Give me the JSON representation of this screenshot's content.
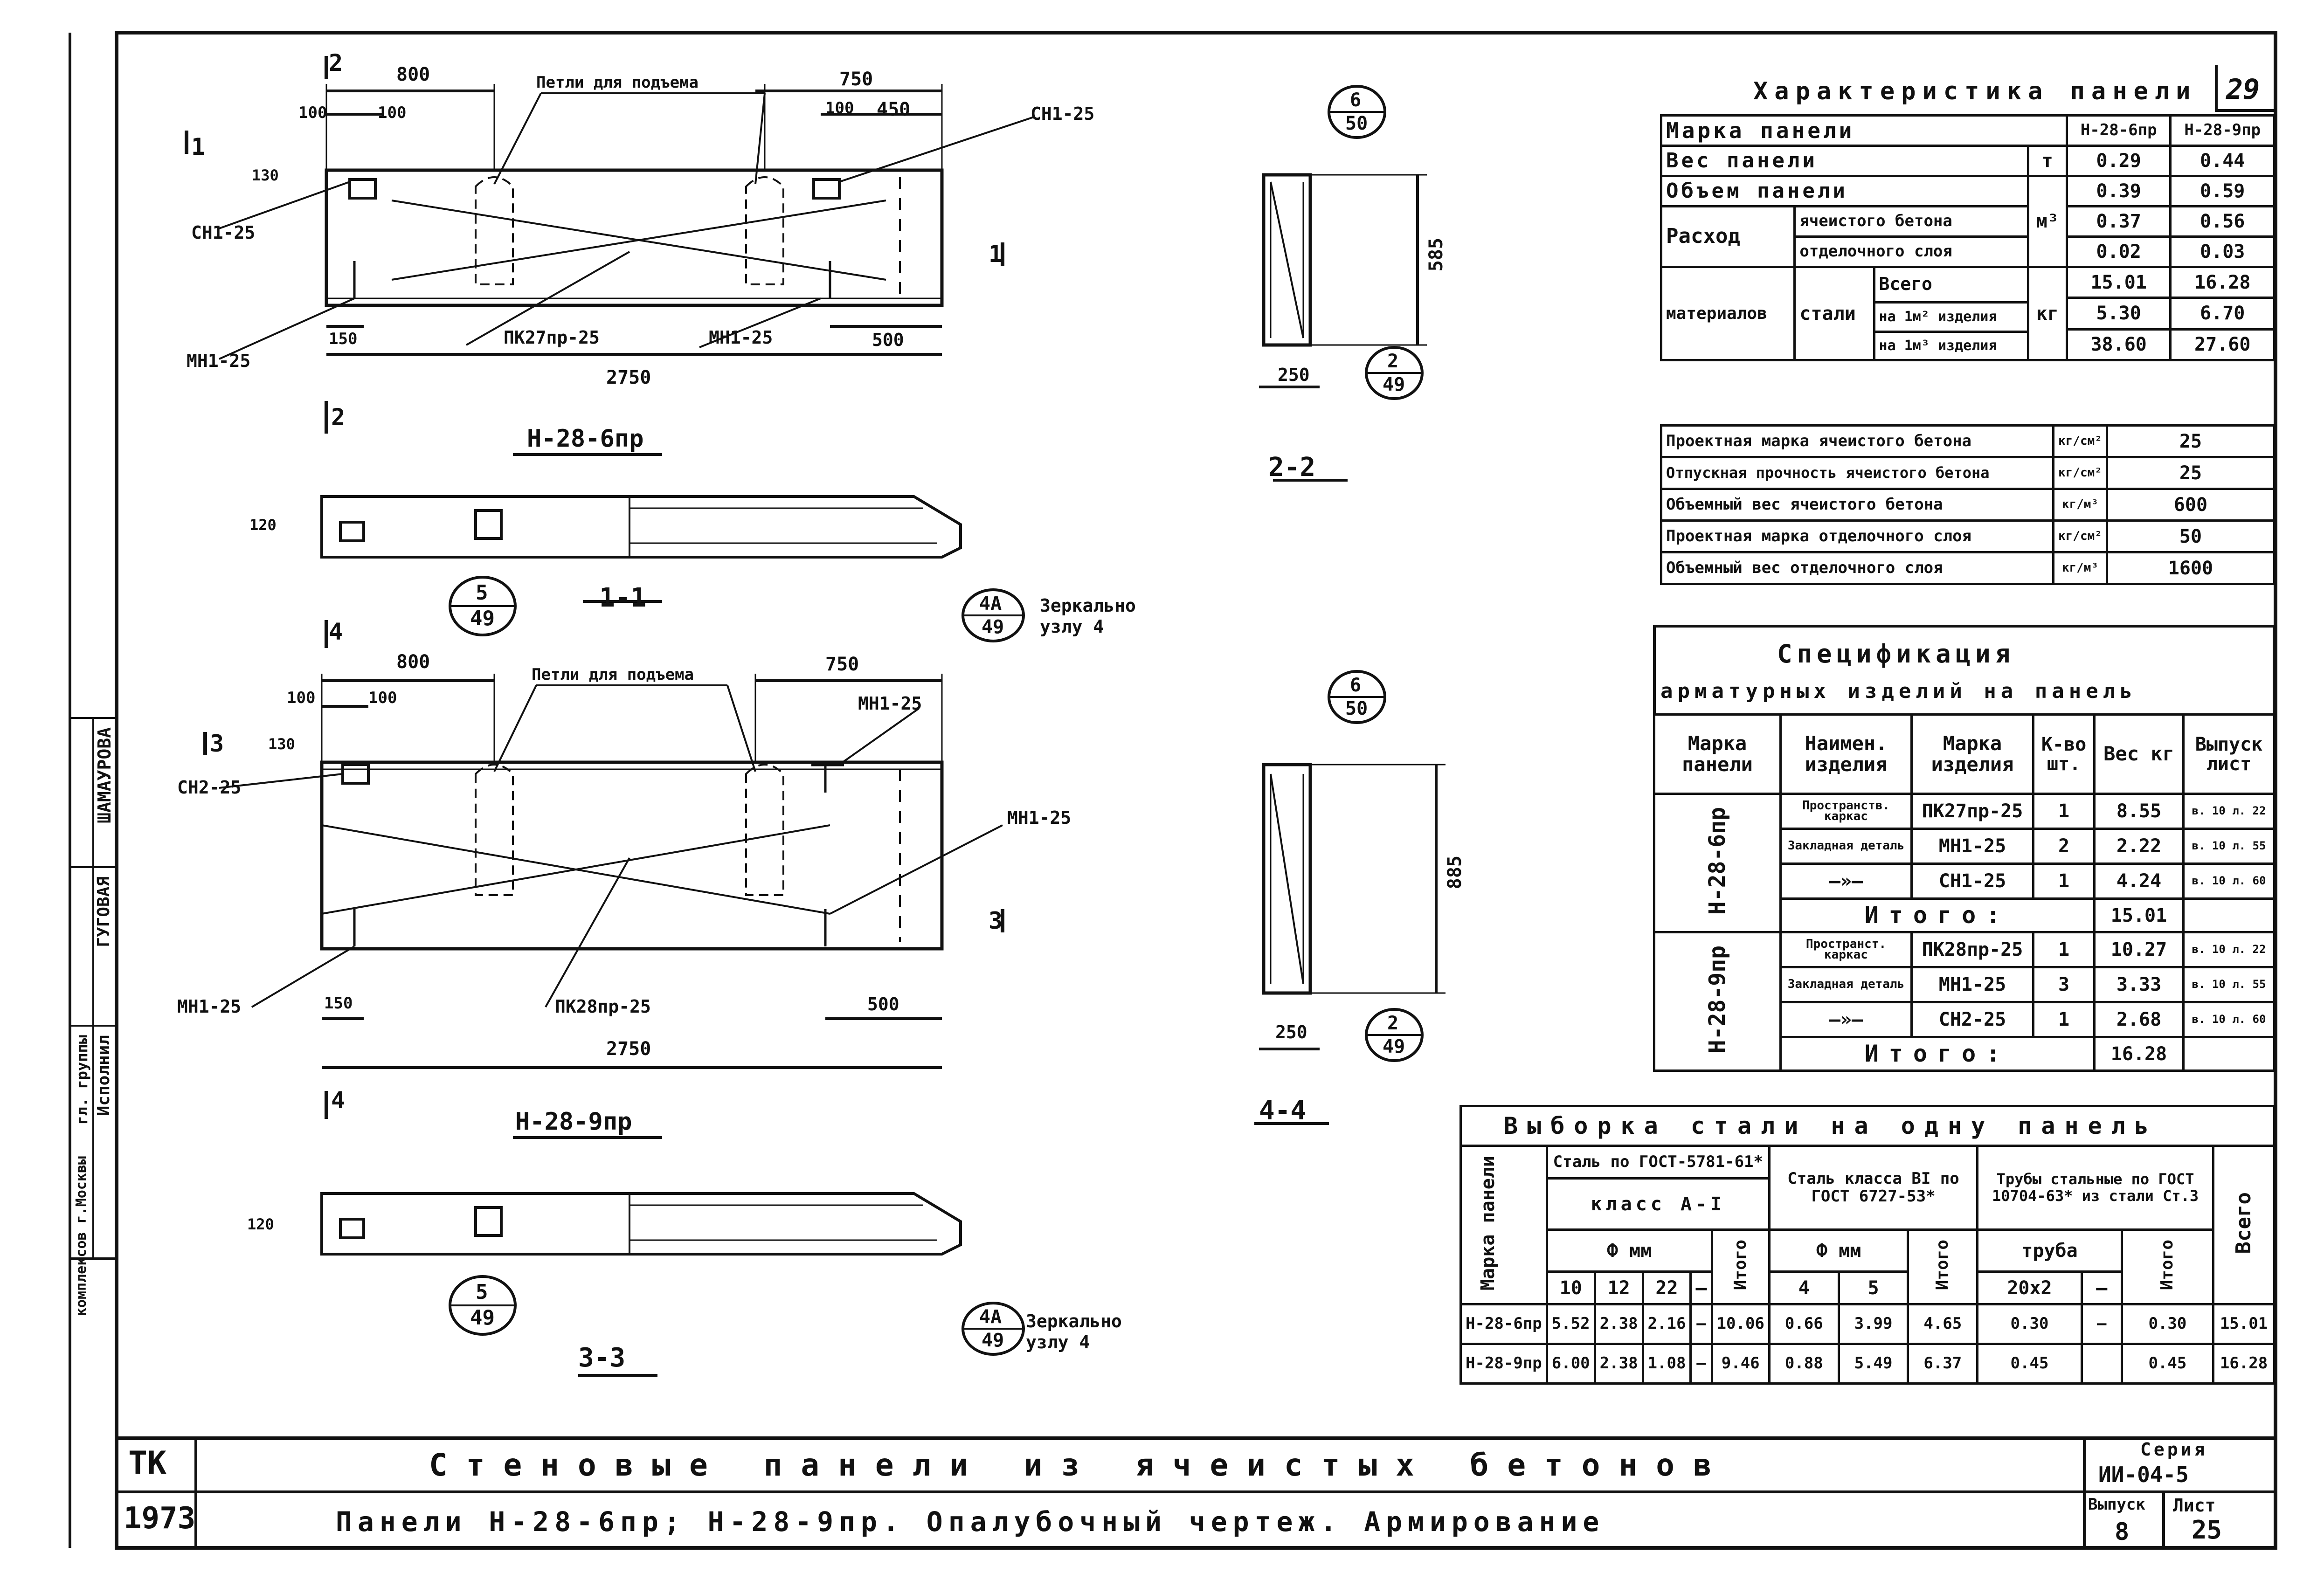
{
  "sheet_number": "29",
  "panel_characteristics": {
    "title": "Характеристика панели",
    "header_label": "Марка панели",
    "col_a": "Н-28-6пр",
    "col_b": "Н-28-9пр",
    "rows": [
      {
        "label": "Вес панели",
        "unit": "т",
        "a": "0.29",
        "b": "0.44"
      },
      {
        "label": "Объем панели",
        "unit": "",
        "a": "0.39",
        "b": "0.59"
      }
    ],
    "consumption_label": "Расход",
    "materials_label": "материалов",
    "m3_unit": "м³",
    "cellular_label": "ячеистого бетона",
    "cellular_a": "0.37",
    "cellular_b": "0.56",
    "finishing_label": "отделочного слоя",
    "finishing_a": "0.02",
    "finishing_b": "0.03",
    "steel_label": "стали",
    "kg_unit": "кг",
    "total_label": "Всего",
    "total_a": "15.01",
    "total_b": "16.28",
    "per_m2_label": "на 1м² изделия",
    "per_m2_a": "5.30",
    "per_m2_b": "6.70",
    "per_m3_label": "на 1м³ изделия",
    "per_m3_a": "38.60",
    "per_m3_b": "27.60",
    "props": [
      {
        "label": "Проектная марка ячеистого бетона",
        "unit": "кг/см²",
        "value": "25"
      },
      {
        "label": "Отпускная прочность ячеистого бетона",
        "unit": "кг/см²",
        "value": "25"
      },
      {
        "label": "Объемный вес ячеистого бетона",
        "unit": "кг/м³",
        "value": "600"
      },
      {
        "label": "Проектная марка отделочного слоя",
        "unit": "кг/см²",
        "value": "50"
      },
      {
        "label": "Объемный вес отделочного слоя",
        "unit": "кг/м³",
        "value": "1600"
      }
    ]
  },
  "specification": {
    "title1": "Спецификация",
    "title2": "арматурных изделий на панель",
    "headers": [
      "Марка панели",
      "Наимен. изделия",
      "Марка изделия",
      "К-во шт.",
      "Вес кг",
      "Выпуск лист"
    ],
    "groups": [
      {
        "panel": "Н-28-6пр",
        "rows": [
          {
            "name": "Пространств. каркас",
            "mark": "ПК27пр-25",
            "qty": "1",
            "weight": "8.55",
            "issue": "в. 10 л. 22"
          },
          {
            "name": "Закладная деталь",
            "mark": "МН1-25",
            "qty": "2",
            "weight": "2.22",
            "issue": "в. 10 л. 55"
          },
          {
            "name": "—»—",
            "mark": "СН1-25",
            "qty": "1",
            "weight": "4.24",
            "issue": "в. 10 л. 60"
          }
        ],
        "total_label": "Итого:",
        "total": "15.01"
      },
      {
        "panel": "Н-28-9пр",
        "rows": [
          {
            "name": "Пространст. каркас",
            "mark": "ПК28пр-25",
            "qty": "1",
            "weight": "10.27",
            "issue": "в. 10 л. 22"
          },
          {
            "name": "Закладная деталь",
            "mark": "МН1-25",
            "qty": "3",
            "weight": "3.33",
            "issue": "в. 10 л. 55"
          },
          {
            "name": "—»—",
            "mark": "СН2-25",
            "qty": "1",
            "weight": "2.68",
            "issue": "в. 10 л. 60"
          }
        ],
        "total_label": "Итого:",
        "total": "16.28"
      }
    ]
  },
  "steel_selection": {
    "title": "Выборка стали на одну панель",
    "panel_mark": "Марка панели",
    "g1": "Сталь по ГОСТ-5781-61*",
    "g1_class": "класс А-I",
    "g2": "Сталь класса BI по ГОСТ 6727-53*",
    "g3": "Трубы стальные по ГОСТ 10704-63* из стали Ст.3",
    "phi_mm": "Ф мм",
    "itogo": "Итого",
    "truba": "труба",
    "vsego": "Всего",
    "d1": [
      "10",
      "12",
      "22",
      "—"
    ],
    "d2": [
      "4",
      "5"
    ],
    "d3": [
      "20x2",
      "—"
    ],
    "rows": [
      {
        "mark": "Н-28-6пр",
        "v": [
          "5.52",
          "2.38",
          "2.16",
          "—",
          "10.06",
          "0.66",
          "3.99",
          "4.65",
          "0.30",
          "—",
          "0.30",
          "15.01"
        ]
      },
      {
        "mark": "Н-28-9пр",
        "v": [
          "6.00",
          "2.38",
          "1.08",
          "—",
          "9.46",
          "0.88",
          "5.49",
          "6.37",
          "0.45",
          "",
          "0.45",
          "16.28"
        ]
      }
    ]
  },
  "title_block": {
    "org": "ТК",
    "year": "1973",
    "line1": "Стеновые панели из ячеистых бетонов",
    "line2": "Панели Н-28-6пр; Н-28-9пр. Опалубочный чертеж. Армирование",
    "series_label": "Серия",
    "series": "ИИ-04-5",
    "issue_label": "Выпуск",
    "issue": "8",
    "sheet_label": "Лист",
    "sheet": "25"
  },
  "side_stamp": {
    "a": "ШАМАУРОВА",
    "b": "ГУГОВАЯ",
    "c": "Исполнил",
    "d": "гл. группы",
    "e": "комплексов г.Москвы"
  },
  "drawing_labels": {
    "d800": "800",
    "d750": "750",
    "d100a": "100",
    "d100b": "100",
    "d100c": "100",
    "d450": "450",
    "d130": "130",
    "d150": "150",
    "d500": "500",
    "d2750": "2750",
    "d585": "585",
    "d885": "885",
    "d250": "250",
    "d120": "120",
    "loops": "Петли для подъема",
    "sn1": "СН1-25",
    "sn2": "СН2-25",
    "mn1": "МН1-25",
    "pk27": "ПК27пр-25",
    "pk28": "ПК28пр-25",
    "p6": "Н-28-6пр",
    "p9": "Н-28-9пр",
    "s11": "1-1",
    "s22": "2-2",
    "s33": "3-3",
    "s44": "4-4",
    "c1": "1",
    "c2": "2",
    "c3": "3",
    "c4": "4",
    "mirror": "Зеркально",
    "node4": "узлу 4",
    "b6_50_t": "6",
    "b6_50_b": "50",
    "b2_49_t": "2",
    "b2_49_b": "49",
    "b5_49_t": "5",
    "b5_49_b": "49",
    "b4a_49_t": "4А",
    "b4a_49_b": "49"
  }
}
